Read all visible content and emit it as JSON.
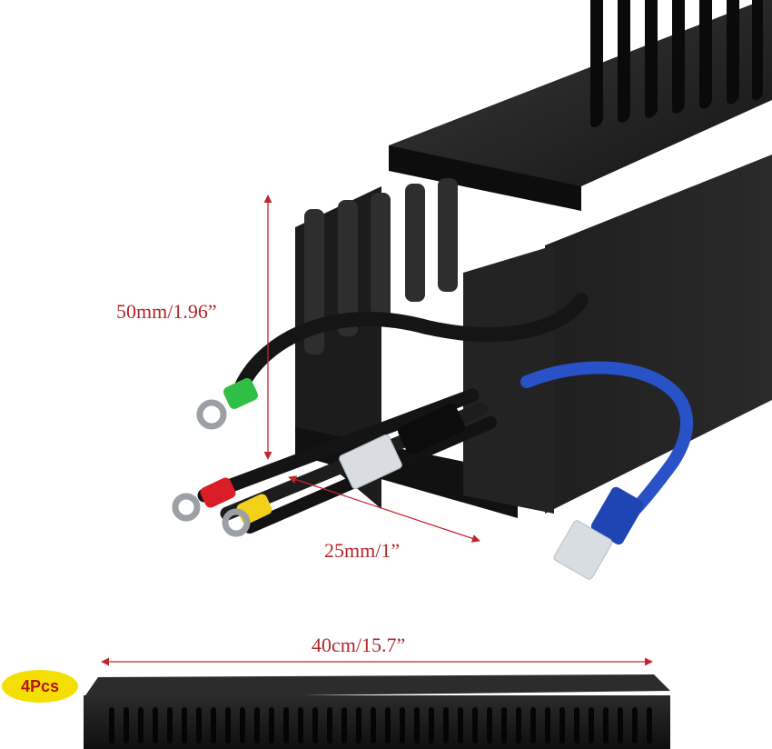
{
  "image": {
    "kind": "product-photo",
    "subject": "black slotted wire duct with cover, cables and connectors",
    "colors": {
      "background": "#ffffff",
      "duct": "#1b1b1b",
      "dimension_line": "#c0272d",
      "label_text": "#b3262b",
      "badge_fill": "#f5df00",
      "badge_text": "#b3151b",
      "ethernet_cable": "#2a52c8",
      "terminal_green": "#2fbf45",
      "terminal_red": "#d91e28",
      "terminal_yellow": "#f3d01a"
    }
  },
  "dimensions": {
    "height": "50mm/1.96”",
    "width": "25mm/1”",
    "length": "40cm/15.7”"
  },
  "badge": {
    "text": "4Pcs"
  }
}
